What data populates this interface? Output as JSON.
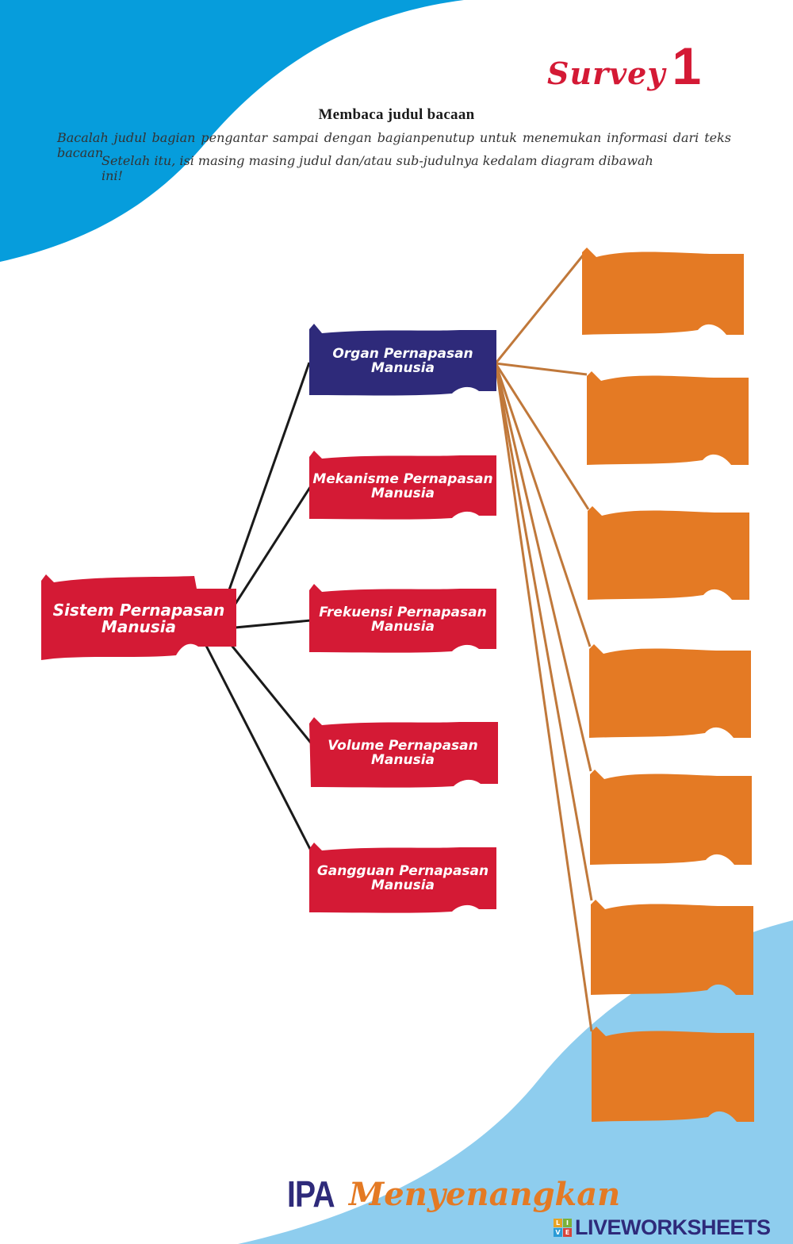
{
  "header": {
    "survey_word": "Survey",
    "survey_number": "1",
    "heading": "Membaca judul bacaan",
    "instruction_line1": "Bacalah judul bagian pengantar sampai dengan bagianpenutup untuk menemukan informasi dari teks bacaan",
    "instruction_line2": "Setelah itu, isi masing masing judul dan/atau sub-judulnya kedalam diagram dibawah ini!"
  },
  "diagram": {
    "root": {
      "line1": "Sistem Pernapasan",
      "line2": "Manusia",
      "color": "#d41a35"
    },
    "children": [
      {
        "line1": "Organ Pernapasan",
        "line2": "Manusia",
        "color": "#2e2a7a"
      },
      {
        "line1": "Mekanisme Pernapasan",
        "line2": "Manusia",
        "color": "#d41a35"
      },
      {
        "line1": "Frekuensi Pernapasan",
        "line2": "Manusia",
        "color": "#d41a35"
      },
      {
        "line1": "Volume Pernapasan",
        "line2": "Manusia",
        "color": "#d41a35"
      },
      {
        "line1": "Gangguan Pernapasan",
        "line2": "Manusia",
        "color": "#d41a35"
      }
    ],
    "answer_boxes_count": 7,
    "answer_box_color": "#e47a24",
    "connector_color_black": "#1a1a1a",
    "connector_color_orange": "#c0783a"
  },
  "footer": {
    "brand_ipa": "IPA",
    "brand_menyenangkan": "Menyenangkan",
    "watermark": "LIVEWORKSHEETS",
    "watermark_grid": [
      "L",
      "I",
      "V",
      "E"
    ]
  },
  "colors": {
    "top_wave": "#069ddc",
    "bottom_wave": "#8ecdee",
    "accent_red": "#d41a35",
    "accent_navy": "#2e2a7a",
    "accent_orange": "#e47a24"
  }
}
